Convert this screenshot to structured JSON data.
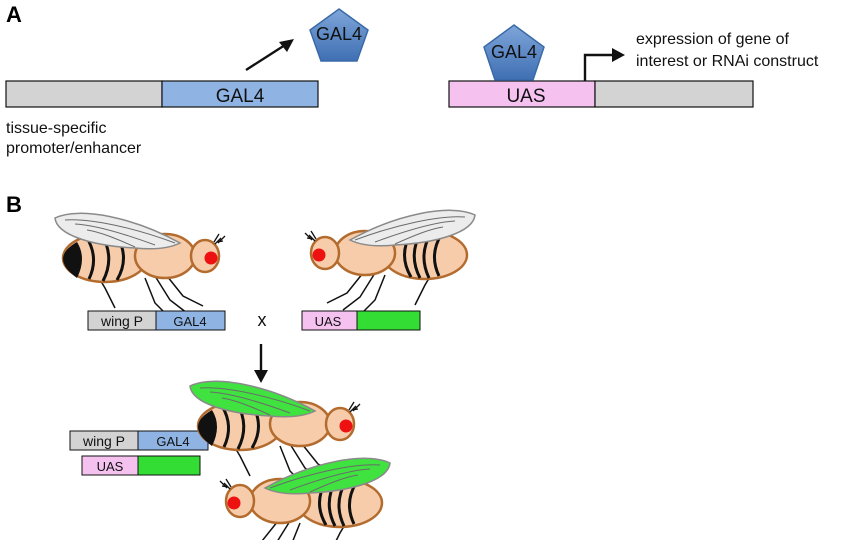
{
  "panelA": {
    "label": "A",
    "gal4_protein_label": "GAL4",
    "gal4_construct_label": "GAL4",
    "promoter_caption_line1": "tissue-specific",
    "promoter_caption_line2": "promoter/enhancer",
    "uas_label": "UAS",
    "bound_gal4_label": "GAL4",
    "expression_line1": "expression of gene of",
    "expression_line2": "interest or RNAi construct"
  },
  "panelB": {
    "label": "B",
    "parent1": {
      "promoter": "wing P",
      "driver": "GAL4"
    },
    "cross_symbol": "x",
    "parent2": {
      "uas": "UAS"
    },
    "offspring": {
      "promoter": "wing P",
      "driver": "GAL4",
      "uas": "UAS"
    }
  },
  "colors": {
    "grey": "#d3d3d3",
    "gal4_blue": "#8fb4e3",
    "uas_pink": "#f5c2f0",
    "gene_green": "#33dd33",
    "fly_body": "#f7ccaa",
    "fly_outline": "#b36b2e",
    "eye_red": "#ee1111",
    "wing_grey": "#ececec",
    "wing_green": "#3fe23f"
  }
}
